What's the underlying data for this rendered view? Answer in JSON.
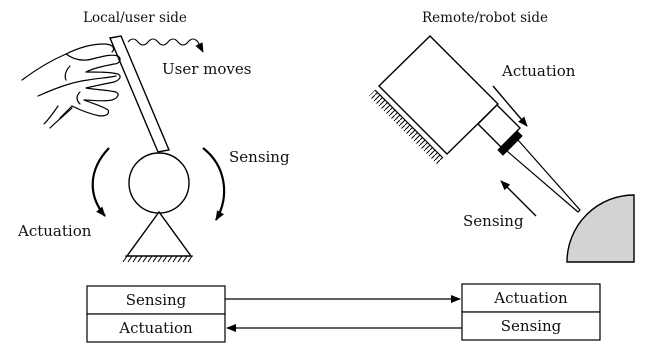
{
  "left_panel": {
    "title": "Local/user side",
    "user_moves": "User moves",
    "sensing": "Sensing",
    "actuation": "Actuation"
  },
  "right_panel": {
    "title": "Remote/robot side",
    "actuation": "Actuation",
    "sensing": "Sensing"
  },
  "bottom": {
    "left_box": {
      "top": "Sensing",
      "bottom": "Actuation"
    },
    "right_box": {
      "top": "Actuation",
      "bottom": "Sensing"
    }
  },
  "colors": {
    "stroke": "#000000",
    "surface_fill": "#d3d3d3",
    "background": "#ffffff"
  }
}
